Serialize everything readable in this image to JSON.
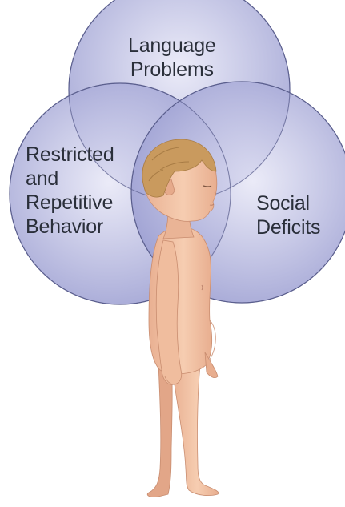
{
  "diagram": {
    "circles": [
      {
        "id": "language",
        "label_lines": [
          "Language",
          "Problems"
        ]
      },
      {
        "id": "restricted",
        "label_lines": [
          "Restricted",
          "and",
          "Repetitive",
          "Behavior"
        ]
      },
      {
        "id": "social",
        "label_lines": [
          "Social",
          "Deficits"
        ]
      }
    ],
    "colors": {
      "circle_fill": "#a9abd8",
      "circle_stroke": "#5b5f8e",
      "skin": "#f3c3a4",
      "skin_shadow": "#d79f82",
      "hair": "#c99a5e",
      "text": "#2a2f3a"
    },
    "illustration": "child-figure"
  }
}
